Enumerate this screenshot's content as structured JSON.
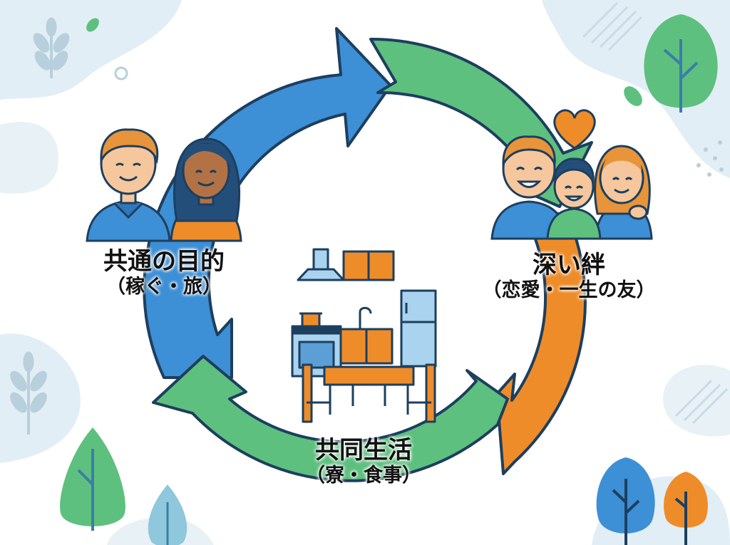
{
  "nodes": [
    {
      "id": "purpose",
      "title": "共通の目的",
      "subtitle": "（稼ぐ・旅）"
    },
    {
      "id": "bond",
      "title": "深い絆",
      "subtitle": "（恋愛・一生の友）"
    },
    {
      "id": "life",
      "title": "共同生活",
      "subtitle": "（寮・食事）"
    }
  ],
  "colors": {
    "blue": "#3d8fd6",
    "green": "#5ec07f",
    "orange": "#ef8c2a",
    "outline": "#1d3f5e",
    "skin": "#f6c79c",
    "hair": "#e8943a",
    "appliance": "#a9d3ee",
    "background_deco": "#dbeaf3"
  },
  "icons": [
    "couple-icon",
    "family-icon",
    "heart-icon",
    "kitchen-icon",
    "tree-icon",
    "leaf-icon"
  ]
}
